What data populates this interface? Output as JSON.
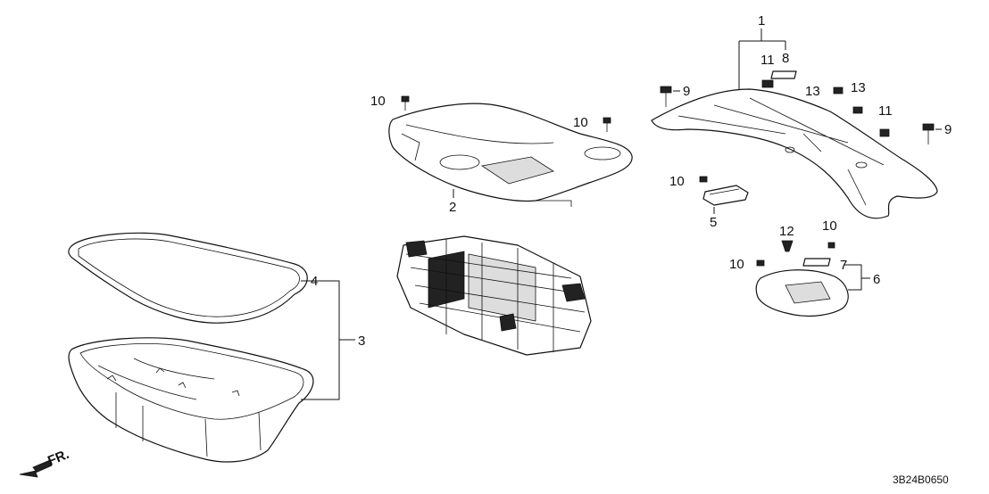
{
  "diagram_code": "3B24B0650",
  "front_marker": "FR.",
  "callouts": {
    "c1": "1",
    "c2": "2",
    "c3": "3",
    "c4": "4",
    "c5": "5",
    "c6": "6",
    "c7": "7",
    "c8": "8",
    "c9a": "9",
    "c9b": "9",
    "c10a": "10",
    "c10b": "10",
    "c10c": "10",
    "c10d": "10",
    "c10e": "10",
    "c11a": "11",
    "c11b": "11",
    "c12": "12",
    "c13a": "13",
    "c13b": "13"
  }
}
